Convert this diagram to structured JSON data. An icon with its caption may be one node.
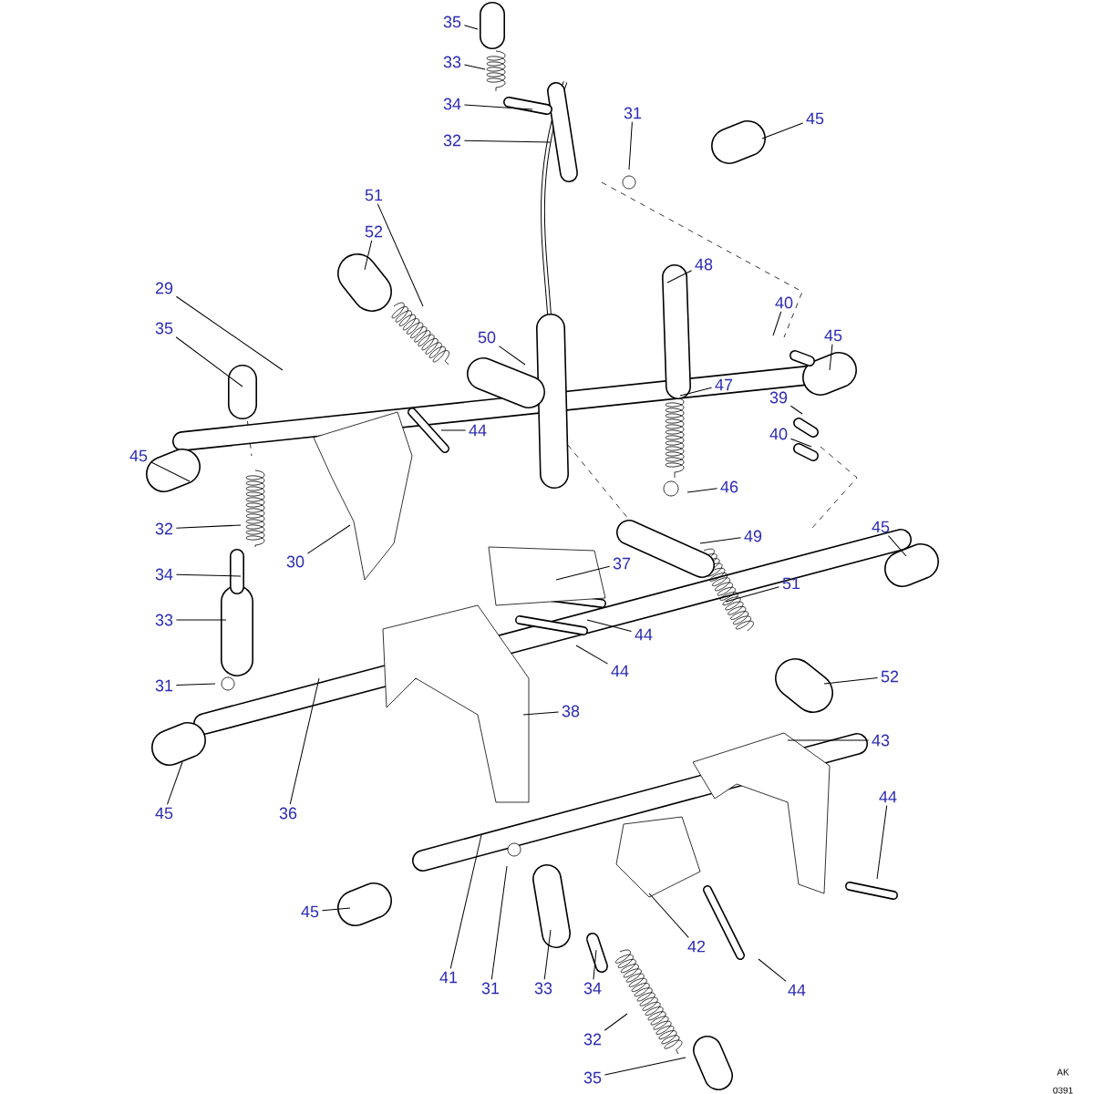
{
  "diagram": {
    "nodes": [
      {
        "text": [
          "35"
        ]
      },
      {
        "text": [
          "33"
        ]
      },
      {
        "text": [
          "34"
        ]
      },
      {
        "text": [
          "32"
        ]
      },
      {
        "text": [
          "31"
        ]
      },
      {
        "text": [
          "45"
        ]
      },
      {
        "text": [
          "51"
        ]
      },
      {
        "text": [
          "52"
        ]
      },
      {
        "text": [
          "48"
        ]
      },
      {
        "text": [
          "29"
        ]
      },
      {
        "text": [
          "35"
        ]
      },
      {
        "text": [
          "50"
        ]
      },
      {
        "text": [
          "40"
        ]
      },
      {
        "text": [
          "45"
        ]
      },
      {
        "text": [
          "47"
        ]
      },
      {
        "text": [
          "44"
        ]
      },
      {
        "text": [
          "39"
        ]
      },
      {
        "text": [
          "40"
        ]
      },
      {
        "text": [
          "45"
        ]
      },
      {
        "text": [
          "46"
        ]
      },
      {
        "text": [
          "32"
        ]
      },
      {
        "text": [
          "45"
        ]
      },
      {
        "text": [
          "49"
        ]
      },
      {
        "text": [
          "34"
        ]
      },
      {
        "text": [
          "30"
        ]
      },
      {
        "text": [
          "37"
        ]
      },
      {
        "text": [
          "51"
        ]
      },
      {
        "text": [
          "33"
        ]
      },
      {
        "text": [
          "44"
        ]
      },
      {
        "text": [
          "44"
        ]
      },
      {
        "text": [
          "31"
        ]
      },
      {
        "text": [
          "52"
        ]
      },
      {
        "text": [
          "38"
        ]
      },
      {
        "text": [
          "45"
        ]
      },
      {
        "text": [
          "36"
        ]
      },
      {
        "text": [
          "43"
        ]
      },
      {
        "text": [
          "44"
        ]
      },
      {
        "text": [
          "41"
        ]
      },
      {
        "text": [
          "31"
        ]
      },
      {
        "text": [
          "33"
        ]
      },
      {
        "text": [
          "34"
        ]
      },
      {
        "text": [
          "42"
        ]
      },
      {
        "text": [
          "44"
        ]
      },
      {
        "text": [
          "45"
        ]
      },
      {
        "text": [
          "32"
        ]
      },
      {
        "text": [
          "35"
        ]
      }
    ],
    "edges": [
      {
        "from": 0,
        "to": null,
        "arrow": "none"
      },
      {
        "from": 1,
        "to": null,
        "arrow": "none"
      },
      {
        "from": 2,
        "to": null,
        "arrow": "none"
      },
      {
        "from": 3,
        "to": null,
        "arrow": "none"
      },
      {
        "from": 4,
        "to": null,
        "arrow": "none"
      },
      {
        "from": 5,
        "to": null,
        "arrow": "none"
      },
      {
        "from": 6,
        "to": null,
        "arrow": "none"
      },
      {
        "from": 7,
        "to": null,
        "arrow": "none"
      },
      {
        "from": 8,
        "to": null,
        "arrow": "none"
      },
      {
        "from": 9,
        "to": null,
        "arrow": "none"
      },
      {
        "from": 10,
        "to": null,
        "arrow": "none"
      },
      {
        "from": 11,
        "to": null,
        "arrow": "none"
      },
      {
        "from": 12,
        "to": null,
        "arrow": "none"
      },
      {
        "from": 13,
        "to": null,
        "arrow": "none"
      },
      {
        "from": 14,
        "to": null,
        "arrow": "none"
      },
      {
        "from": 15,
        "to": null,
        "arrow": "none"
      },
      {
        "from": 16,
        "to": null,
        "arrow": "none"
      },
      {
        "from": 17,
        "to": null,
        "arrow": "none"
      },
      {
        "from": 18,
        "to": null,
        "arrow": "none"
      },
      {
        "from": 19,
        "to": null,
        "arrow": "none"
      },
      {
        "from": 20,
        "to": null,
        "arrow": "none"
      },
      {
        "from": 21,
        "to": null,
        "arrow": "none"
      },
      {
        "from": 22,
        "to": null,
        "arrow": "none"
      },
      {
        "from": 23,
        "to": null,
        "arrow": "none"
      },
      {
        "from": 24,
        "to": null,
        "arrow": "none"
      },
      {
        "from": 25,
        "to": null,
        "arrow": "none"
      },
      {
        "from": 26,
        "to": null,
        "arrow": "none"
      },
      {
        "from": 27,
        "to": null,
        "arrow": "none"
      },
      {
        "from": 28,
        "to": null,
        "arrow": "none"
      },
      {
        "from": 29,
        "to": null,
        "arrow": "none"
      },
      {
        "from": 30,
        "to": null,
        "arrow": "none"
      },
      {
        "from": 31,
        "to": null,
        "arrow": "none"
      },
      {
        "from": 32,
        "to": null,
        "arrow": "none"
      },
      {
        "from": 33,
        "to": null,
        "arrow": "none"
      },
      {
        "from": 34,
        "to": null,
        "arrow": "none"
      },
      {
        "from": 35,
        "to": null,
        "arrow": "none"
      },
      {
        "from": 36,
        "to": null,
        "arrow": "none"
      },
      {
        "from": 37,
        "to": null,
        "arrow": "none"
      },
      {
        "from": 38,
        "to": null,
        "arrow": "none"
      },
      {
        "from": 39,
        "to": null,
        "arrow": "none"
      },
      {
        "from": 40,
        "to": null,
        "arrow": "none"
      },
      {
        "from": 41,
        "to": null,
        "arrow": "none"
      },
      {
        "from": 42,
        "to": null,
        "arrow": "none"
      },
      {
        "from": 43,
        "to": null,
        "arrow": "none"
      },
      {
        "from": 44,
        "to": null,
        "arrow": "none"
      },
      {
        "from": 45,
        "to": null,
        "arrow": "none"
      }
    ],
    "labels": [
      "AK",
      "0391"
    ]
  }
}
